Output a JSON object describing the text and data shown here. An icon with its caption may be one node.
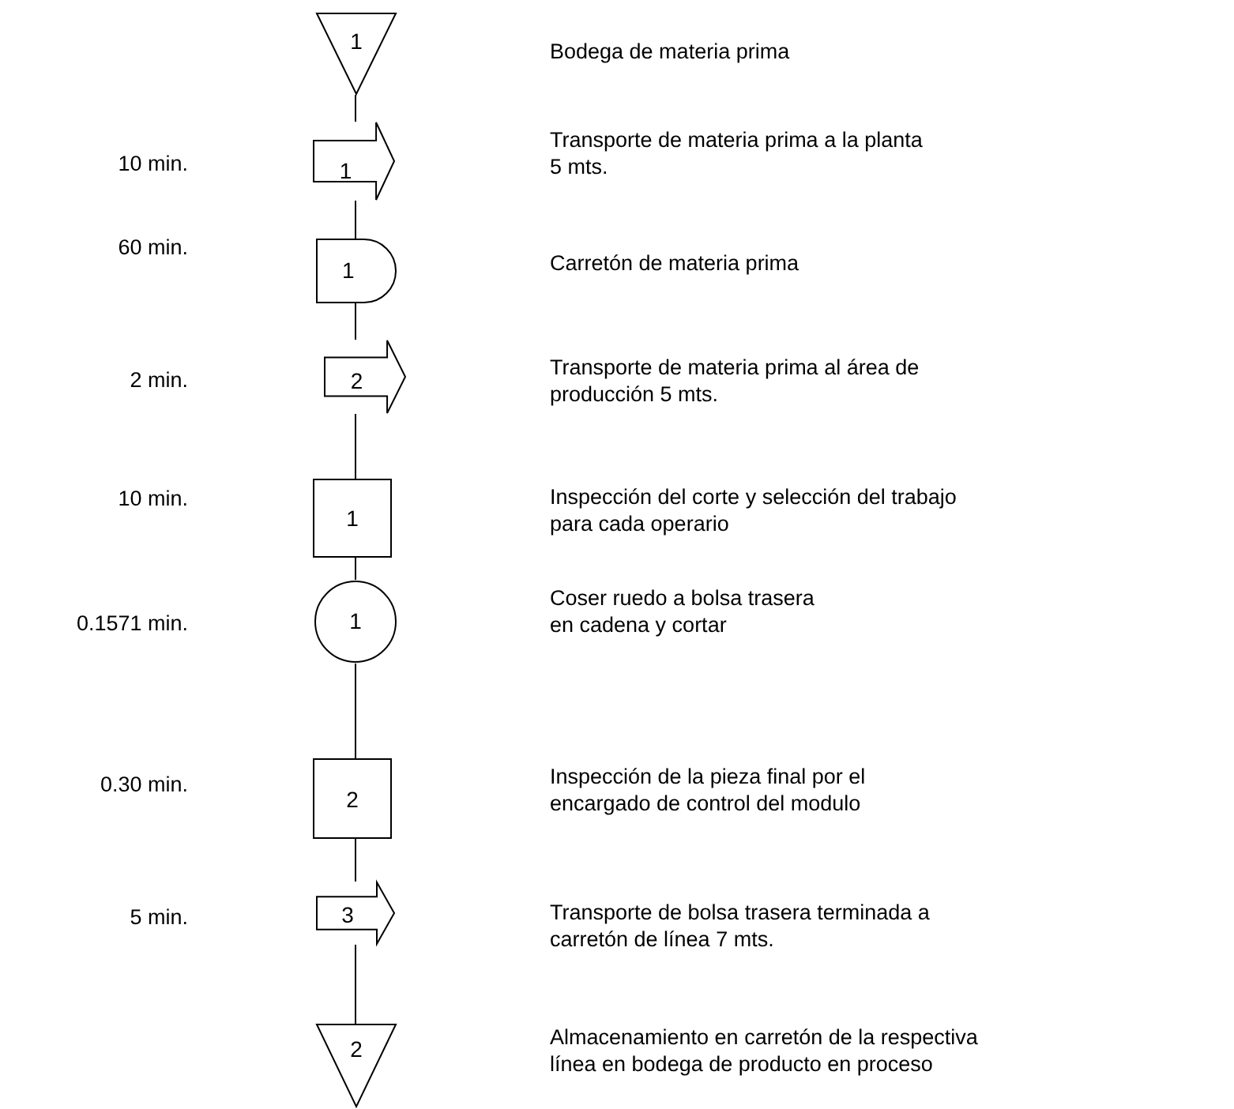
{
  "diagram": {
    "nodes": [
      {
        "text": [
          "1"
        ]
      },
      {
        "text": [
          "1"
        ]
      },
      {
        "text": [
          "1"
        ]
      },
      {
        "text": [
          "2"
        ]
      },
      {
        "text": [
          "1"
        ]
      },
      {
        "text": [
          "1"
        ]
      },
      {
        "text": [
          "2"
        ]
      },
      {
        "text": [
          "3"
        ]
      },
      {
        "text": [
          "2"
        ]
      }
    ],
    "edges": [
      {
        "from": 0,
        "to": 1,
        "arrow": "none"
      },
      {
        "from": 1,
        "to": 2,
        "arrow": "none"
      },
      {
        "from": 2,
        "to": 3,
        "arrow": "none"
      },
      {
        "from": 3,
        "to": 4,
        "arrow": "none"
      },
      {
        "from": 4,
        "to": 5,
        "arrow": "none"
      },
      {
        "from": 5,
        "to": 6,
        "arrow": "none"
      },
      {
        "from": 6,
        "to": 7,
        "arrow": "none"
      },
      {
        "from": 7,
        "to": 8,
        "arrow": "none"
      }
    ],
    "labels": [
      "Bodega de materia prima",
      "10 min.",
      "Transporte de materia prima a la planta 5 mts.",
      "60 min.",
      "Carretón de materia prima",
      "2 min.",
      "Transporte de materia prima al área de producción 5 mts.",
      "10 min.",
      "Inspección del corte y selección del trabajo para cada operario",
      "0.1571 min.",
      "Coser ruedo a bolsa trasera en cadena y cortar",
      "0.30 min.",
      "Inspección de la pieza final por el encargado de control del modulo",
      "5 min.",
      "Transporte de bolsa trasera terminada a carretón de línea 7 mts.",
      "Almacenamiento en carretón de la respectiva línea en bodega de producto en proceso"
    ]
  }
}
